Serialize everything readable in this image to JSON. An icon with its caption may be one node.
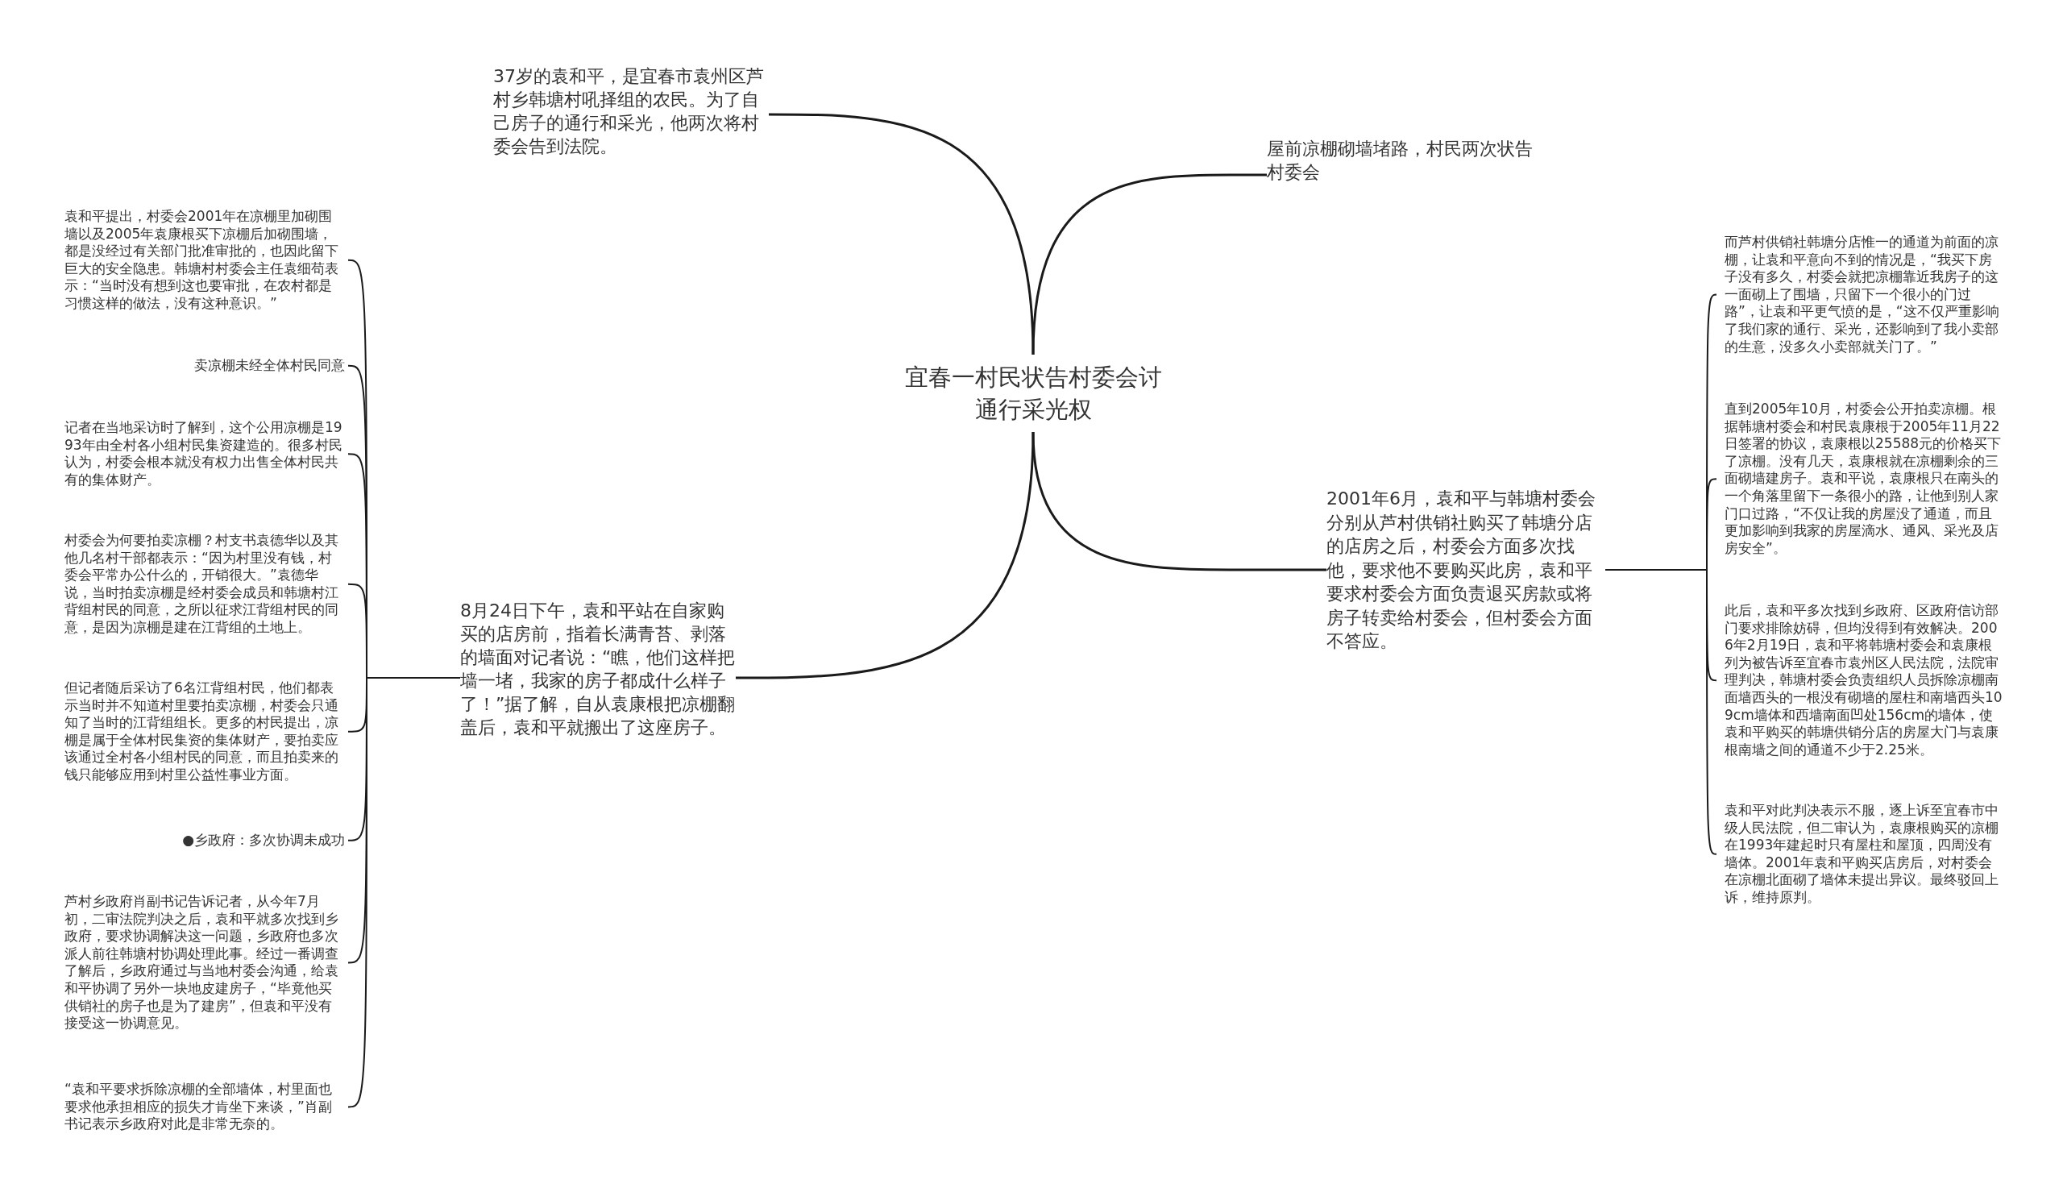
{
  "diagram": {
    "nodes": [
      {
        "text": [
          "宜春一村民状告村委会讨通行采光权"
        ]
      },
      {
        "text": [
          "37岁的袁和平，是宜春市袁州区芦村乡韩塘村吼择组的农民。为了自己房子的通行和采光，他两次将村委会告到法院。"
        ]
      },
      {
        "text": [
          "屋前凉棚砌墙堵路，村民两次状告村委会"
        ]
      },
      {
        "text": [
          "8月24日下午，袁和平站在自家购买的店房前，指着长满青苔、剥落的墙面对记者说：“瞧，他们这样把墙一堵，我家的房子都成什么样子了！”据了解，自从袁康根把凉棚翻盖后，袁和平就搬出了这座房子。"
        ]
      },
      {
        "text": [
          "袁和平提出，村委会2001年在凉棚里加砌围墙以及2005年袁康根买下凉棚后加砌围墙，都是没经过有关部门批准审批的，也因此留下巨大的安全隐患。韩塘村村委会主任袁细苟表示：“当时没有想到这也要审批，在农村都是习惯这样的做法，没有这种意识。”"
        ]
      },
      {
        "text": [
          "卖凉棚未经全体村民同意"
        ]
      },
      {
        "text": [
          "记者在当地采访时了解到，这个公用凉棚是1993年由全村各小组村民集资建造的。很多村民认为，村委会根本就没有权力出售全体村民共有的集体财产。"
        ]
      },
      {
        "text": [
          "村委会为何要拍卖凉棚？村支书袁德华以及其他几名村干部都表示：“因为村里没有钱，村委会平常办公什么的，开销很大。”袁德华说，当时拍卖凉棚是经村委会成员和韩塘村江背组村民的同意，之所以征求江背组村民的同意，是因为凉棚是建在江背组的土地上。"
        ]
      },
      {
        "text": [
          "但记者随后采访了6名江背组村民，他们都表示当时并不知道村里要拍卖凉棚，村委会只通知了当时的江背组组长。更多的村民提出，凉棚是属于全体村民集资的集体财产，要拍卖应该通过全村各小组村民的同意，而且拍卖来的钱只能够应用到村里公益性事业方面。"
        ]
      },
      {
        "text": [
          "●乡政府：多次协调未成功"
        ]
      },
      {
        "text": [
          "芦村乡政府肖副书记告诉记者，从今年7月初，二审法院判决之后，袁和平就多次找到乡政府，要求协调解决这一问题，乡政府也多次派人前往韩塘村协调处理此事。经过一番调查了解后，乡政府通过与当地村委会沟通，给袁和平协调了另外一块地皮建房子，“毕竟他买供销社的房子也是为了建房”，但袁和平没有接受这一协调意见。"
        ]
      },
      {
        "text": [
          "“袁和平要求拆除凉棚的全部墙体，村里面也要求他承担相应的损失才肯坐下来谈，”肖副书记表示乡政府对此是非常无奈的。"
        ]
      },
      {
        "text": [
          "2001年6月，袁和平与韩塘村委会分别从芦村供销社购买了韩塘分店的店房之后，村委会方面多次找他，要求他不要购买此房，袁和平要求村委会方面负责退买房款或将房子转卖给村委会，但村委会方面不答应。"
        ]
      },
      {
        "text": [
          "而芦村供销社韩塘分店惟一的通道为前面的凉棚，让袁和平意向不到的情况是，“我买下房子没有多久，村委会就把凉棚靠近我房子的这一面砌上了围墙，只留下一个很小的门过路”，让袁和平更气愤的是，“这不仅严重影响了我们家的通行、采光，还影响到了我小卖部的生意，没多久小卖部就关门了。”"
        ]
      },
      {
        "text": [
          "直到2005年10月，村委会公开拍卖凉棚。根据韩塘村委会和村民袁康根于2005年11月22日签署的协议，袁康根以25588元的价格买下了凉棚。没有几天，袁康根就在凉棚剩余的三面砌墙建房子。袁和平说，袁康根只在南头的一个角落里留下一条很小的路，让他到别人家门口过路，“不仅让我的房屋没了通道，而且更加影响到我家的房屋滴水、通风、采光及店房安全”。"
        ]
      },
      {
        "text": [
          "此后，袁和平多次找到乡政府、区政府信访部门要求排除妨碍，但均没得到有效解决。2006年2月19日，袁和平将韩塘村委会和袁康根列为被告诉至宜春市袁州区人民法院，法院审理判决，韩塘村委会负责组织人员拆除凉棚南面墙西头的一根没有砌墙的屋柱和南墙西头109cm墙体和西墙南面凹处156cm的墙体，使袁和平购买的韩塘供销分店的房屋大门与袁康根南墙之间的通道不少于2.25米。"
        ]
      },
      {
        "text": [
          "袁和平对此判决表示不服，逐上诉至宜春市中级人民法院，但二审认为，袁康根购买的凉棚在1993年建起时只有屋柱和屋顶，四周没有墙体。2001年袁和平购买店房后，对村委会在凉棚北面砌了墙体未提出异议。最终驳回上诉，维持原判。"
        ]
      }
    ],
    "edges": [
      {
        "from": 0,
        "to": 1,
        "arrow": "none"
      },
      {
        "from": 0,
        "to": 2,
        "arrow": "none"
      },
      {
        "from": 0,
        "to": 3,
        "arrow": "none"
      },
      {
        "from": 0,
        "to": 12,
        "arrow": "none"
      },
      {
        "from": 3,
        "to": 4,
        "arrow": "none"
      },
      {
        "from": 3,
        "to": 5,
        "arrow": "none"
      },
      {
        "from": 3,
        "to": 6,
        "arrow": "none"
      },
      {
        "from": 3,
        "to": 7,
        "arrow": "none"
      },
      {
        "from": 3,
        "to": 8,
        "arrow": "none"
      },
      {
        "from": 3,
        "to": 9,
        "arrow": "none"
      },
      {
        "from": 3,
        "to": 10,
        "arrow": "none"
      },
      {
        "from": 3,
        "to": 11,
        "arrow": "none"
      },
      {
        "from": 12,
        "to": 13,
        "arrow": "none"
      },
      {
        "from": 12,
        "to": 14,
        "arrow": "none"
      },
      {
        "from": 12,
        "to": 15,
        "arrow": "none"
      },
      {
        "from": 12,
        "to": 16,
        "arrow": "none"
      }
    ]
  }
}
